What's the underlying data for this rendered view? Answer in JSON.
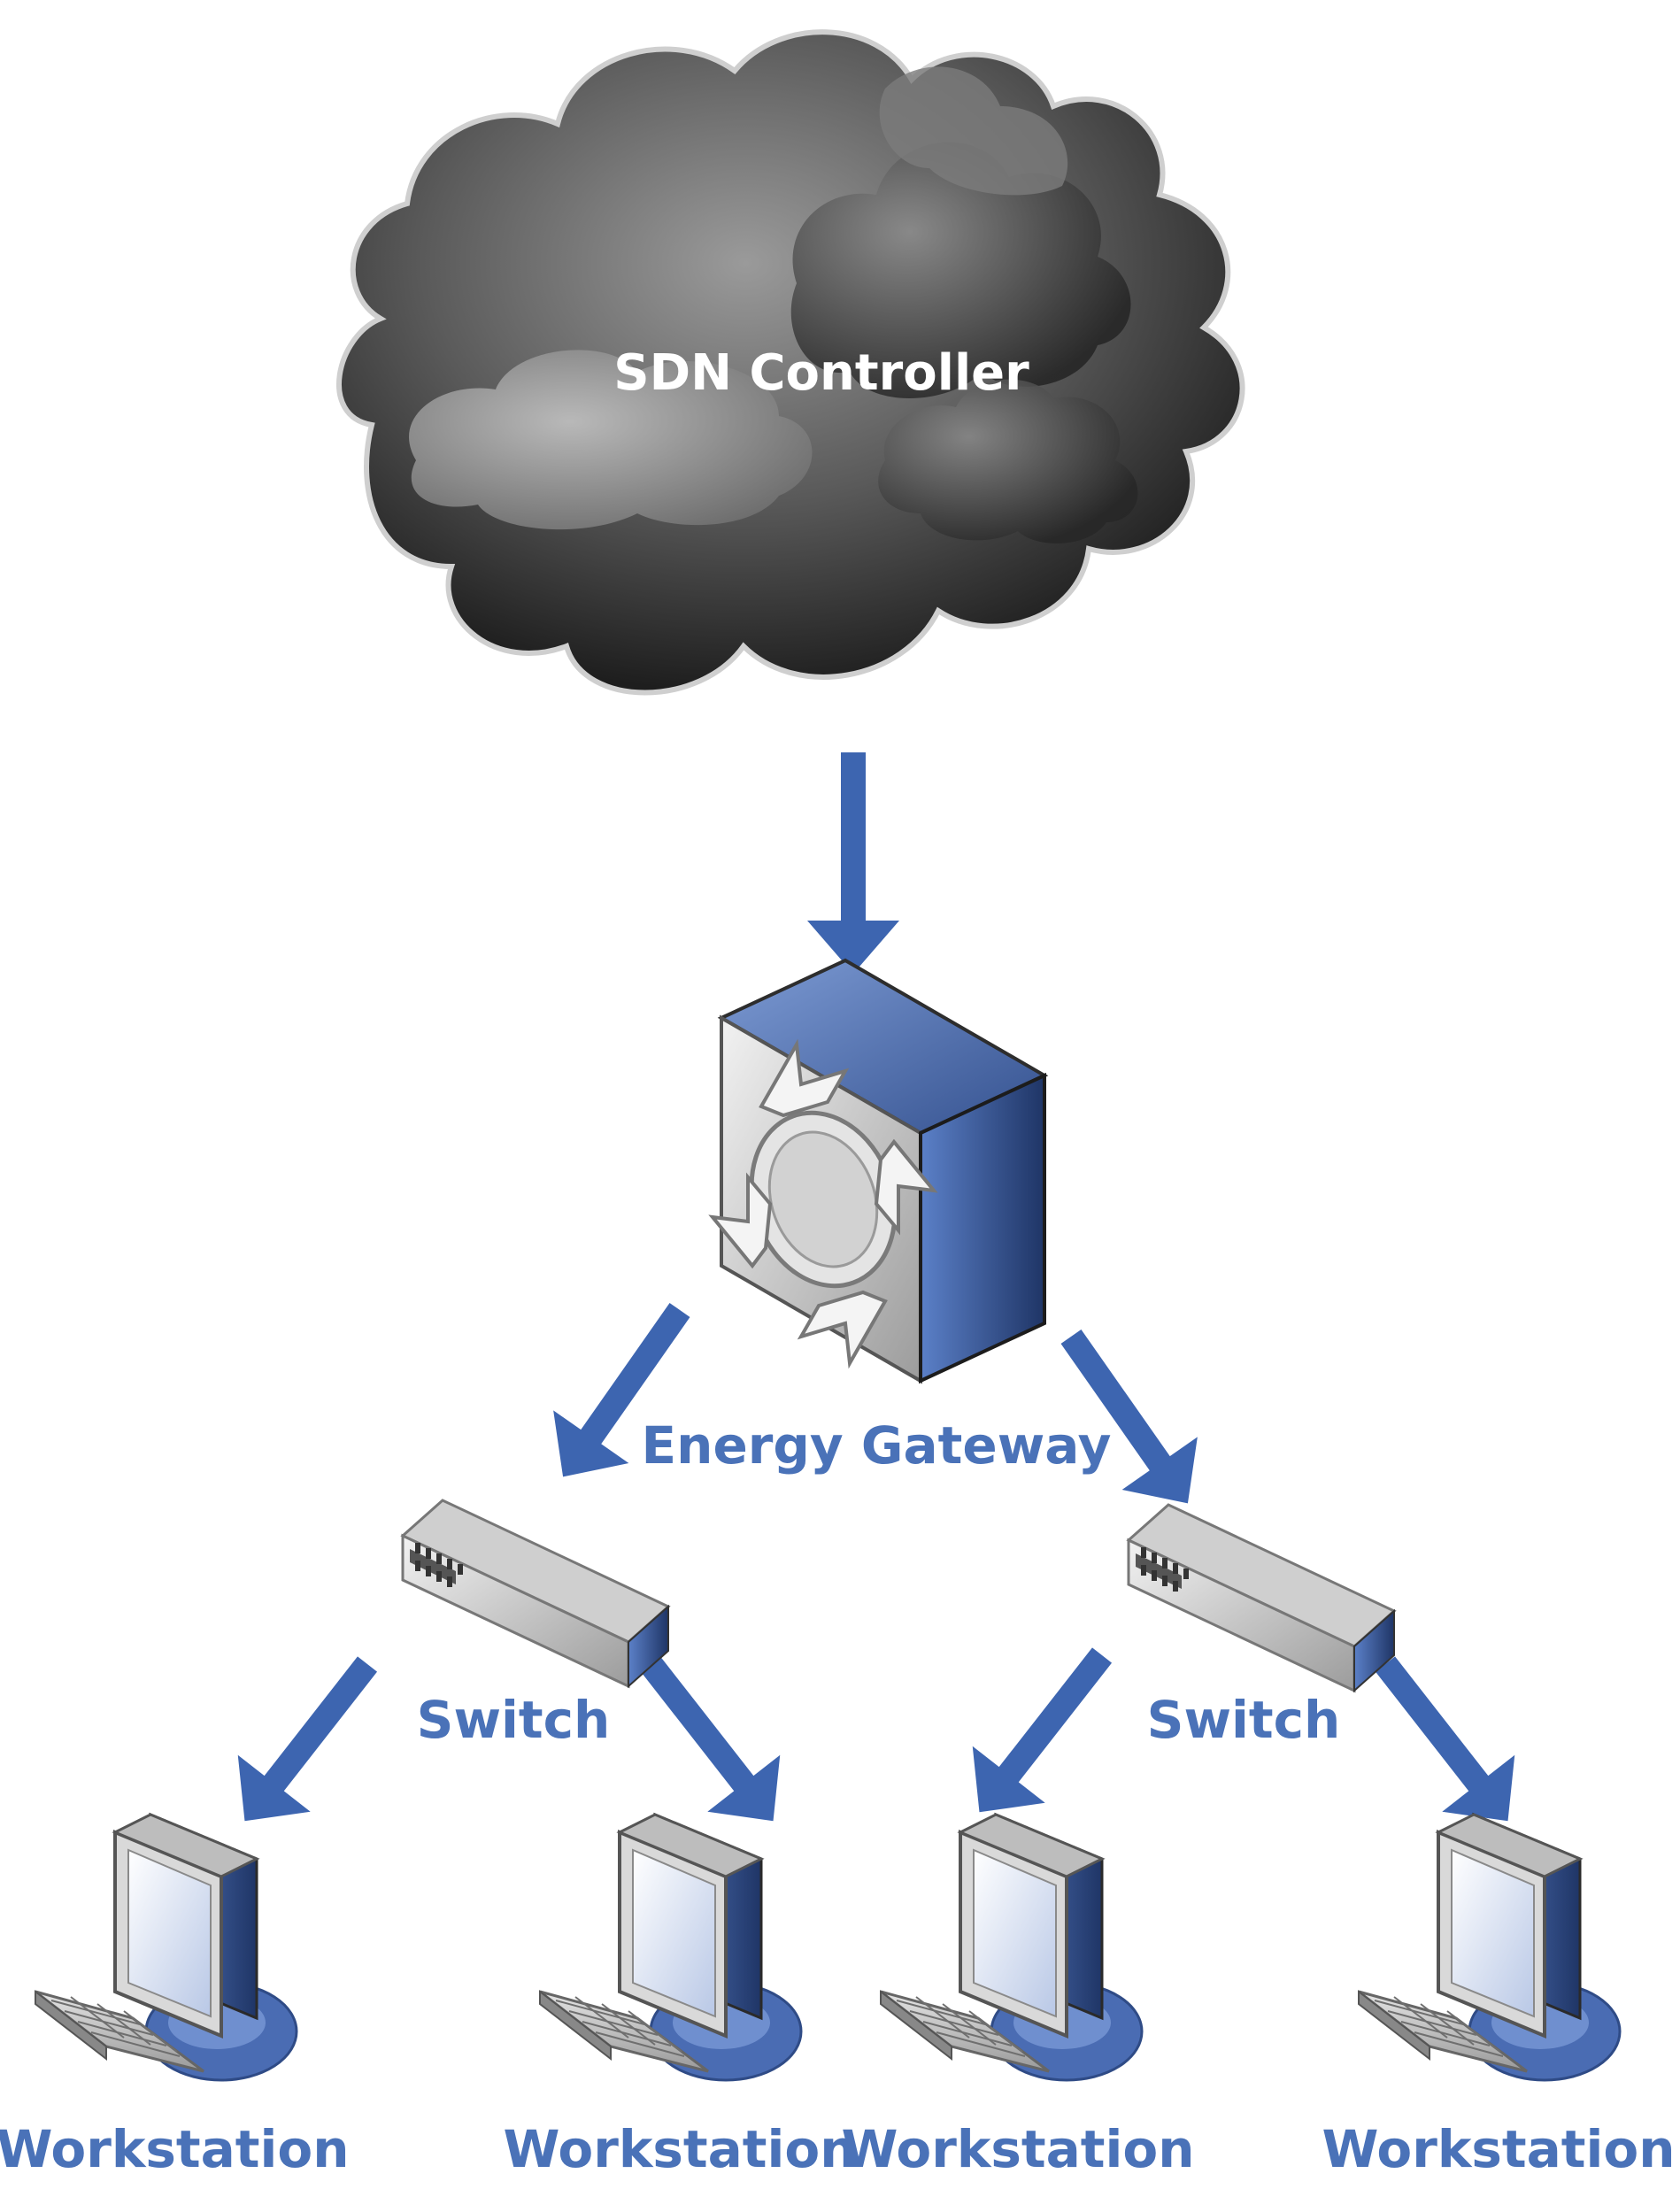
{
  "colors": {
    "arrow": "#3d65b0",
    "label": "#4a72b8",
    "device_blue": "#3a5a9c",
    "cloud_dark": "#2b2b2b"
  },
  "cloud": {
    "label": "SDN Controller",
    "icon": "cloud-icon"
  },
  "gateway": {
    "label": "Energy Gateway",
    "icon": "gateway-router-icon"
  },
  "switches": [
    {
      "label": "Switch",
      "icon": "network-switch-icon"
    },
    {
      "label": "Switch",
      "icon": "network-switch-icon"
    }
  ],
  "workstations": [
    {
      "label": "Workstation",
      "icon": "workstation-icon"
    },
    {
      "label": "Workstation",
      "icon": "workstation-icon"
    },
    {
      "label": "Workstation",
      "icon": "workstation-icon"
    },
    {
      "label": "Workstation",
      "icon": "workstation-icon"
    }
  ]
}
